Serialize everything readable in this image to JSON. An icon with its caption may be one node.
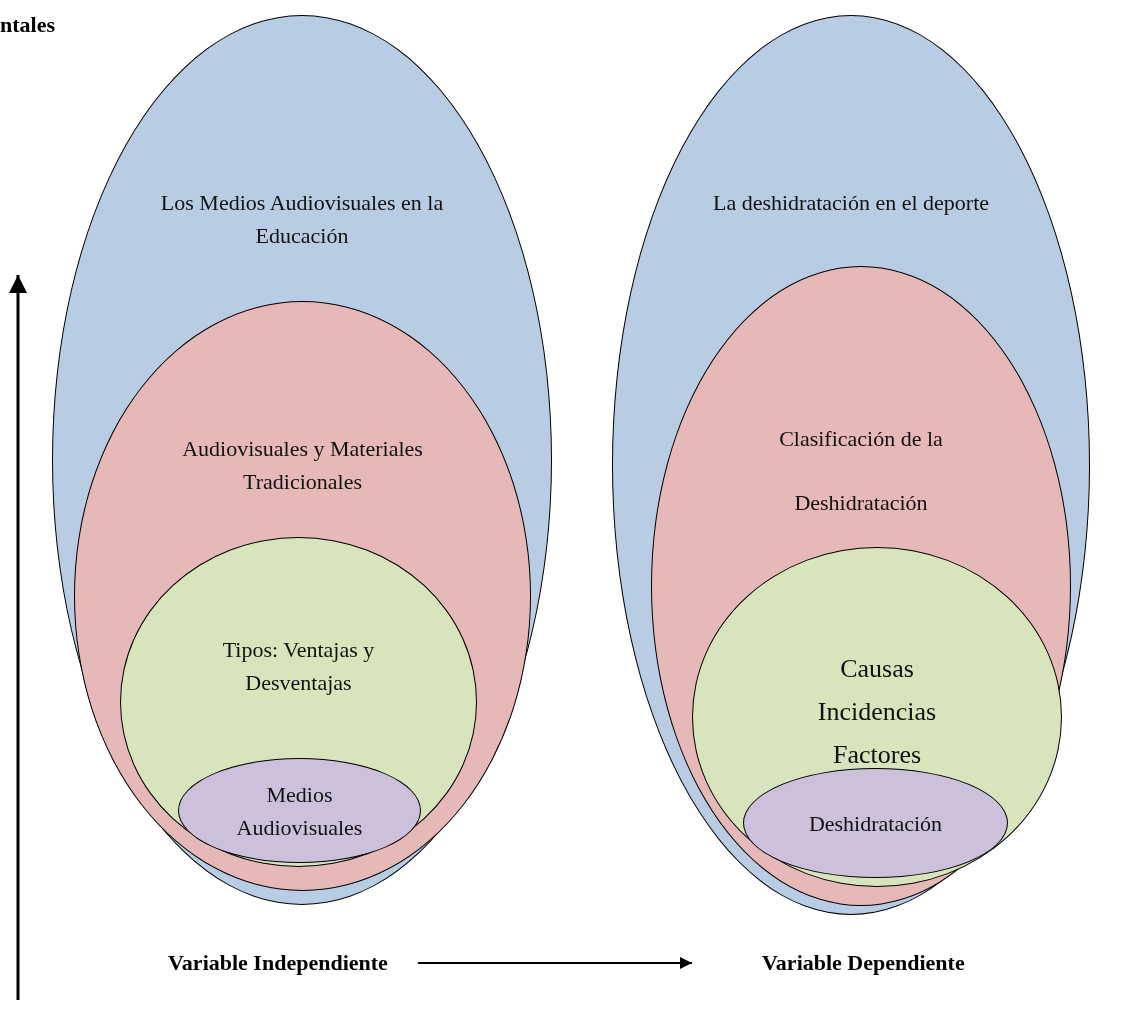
{
  "diagram": {
    "nodes": [
      {
        "text": [
          "Los Medios Audiovisuales en la Educación"
        ]
      },
      {
        "text": [
          "Audiovisuales y Materiales Tradicionales"
        ],
        "in": 0
      },
      {
        "text": [
          "Tipos: Ventajas y Desventajas"
        ],
        "in": 1
      },
      {
        "text": [
          "Medios Audiovisuales"
        ],
        "in": 2
      },
      {
        "text": [
          "La deshidratación en el deporte"
        ]
      },
      {
        "text": [
          "Clasificación de la Deshidratación"
        ],
        "in": 4
      },
      {
        "text": [
          "Causas",
          "Incidencias",
          "Factores"
        ],
        "in": 5
      },
      {
        "text": [
          "Deshidratación"
        ],
        "in": 6
      },
      {
        "text": [
          "Variable Independiente"
        ]
      },
      {
        "text": [
          "Variable Dependiente"
        ]
      }
    ],
    "edges": [
      {
        "from": 8,
        "to": 9,
        "arrow": "to"
      }
    ],
    "labels": [
      "ntales"
    ]
  }
}
